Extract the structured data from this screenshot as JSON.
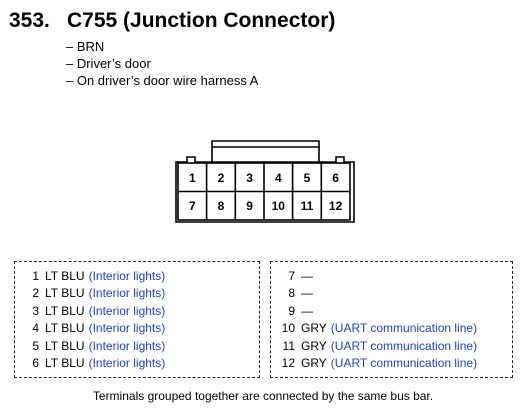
{
  "title": {
    "number": "353.",
    "text": "C755 (Junction Connector)"
  },
  "notes": [
    "BRN",
    "Driver’s door",
    "On driver’s door wire harness A"
  ],
  "connector": {
    "top_row": [
      "1",
      "2",
      "3",
      "4",
      "5",
      "6"
    ],
    "bottom_row": [
      "7",
      "8",
      "9",
      "10",
      "11",
      "12"
    ]
  },
  "bus_bar_left": [
    {
      "pin": "1",
      "color": "LT BLU",
      "desc": "(Interior lights)"
    },
    {
      "pin": "2",
      "color": "LT BLU",
      "desc": "(Interior lights)"
    },
    {
      "pin": "3",
      "color": "LT BLU",
      "desc": "(Interior lights)"
    },
    {
      "pin": "4",
      "color": "LT BLU",
      "desc": "(Interior lights)"
    },
    {
      "pin": "5",
      "color": "LT BLU",
      "desc": "(Interior lights)"
    },
    {
      "pin": "6",
      "color": "LT BLU",
      "desc": "(Interior lights)"
    }
  ],
  "bus_bar_right": [
    {
      "pin": "7",
      "color": "—",
      "desc": ""
    },
    {
      "pin": "8",
      "color": "—",
      "desc": ""
    },
    {
      "pin": "9",
      "color": "—",
      "desc": ""
    },
    {
      "pin": "10",
      "color": "GRY",
      "desc": "(UART communication line)"
    },
    {
      "pin": "11",
      "color": "GRY",
      "desc": "(UART communication line)"
    },
    {
      "pin": "12",
      "color": "GRY",
      "desc": "(UART communication line)"
    }
  ],
  "footer": "Terminals grouped together are connected by the same bus bar.",
  "colors": {
    "desc_text": "#1f3fbf",
    "text": "#000000"
  }
}
